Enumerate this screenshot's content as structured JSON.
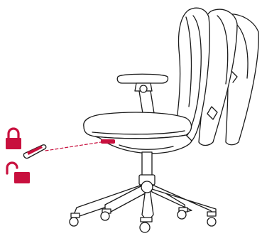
{
  "diagram": {
    "subject": "office-chair-tilt-lock",
    "icons": [
      "lock-closed-icon",
      "lock-open-icon"
    ],
    "states": [
      "locked",
      "unlocked"
    ],
    "colors": {
      "accent": "#c8103e",
      "line": "#1a1a1a",
      "background": "#ffffff"
    }
  }
}
